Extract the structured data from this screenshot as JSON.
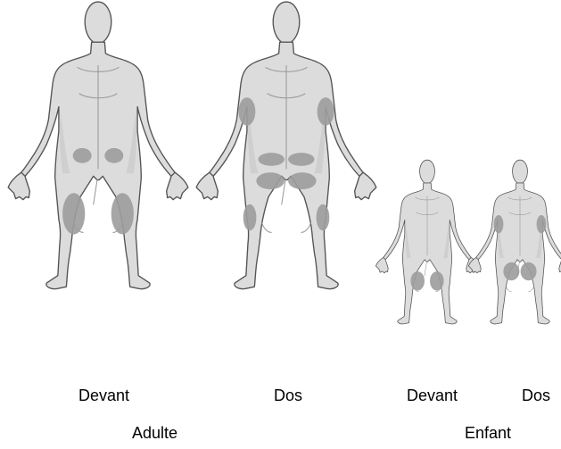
{
  "colors": {
    "body_fill": "#dcdcdc",
    "outline": "#555555",
    "injection_zone": "#9c9c9c"
  },
  "groups": [
    {
      "group_label": "Adulte",
      "views": [
        {
          "label": "Devant"
        },
        {
          "label": "Dos"
        }
      ]
    },
    {
      "group_label": "Enfant",
      "views": [
        {
          "label": "Devant"
        },
        {
          "label": "Dos"
        }
      ]
    }
  ]
}
